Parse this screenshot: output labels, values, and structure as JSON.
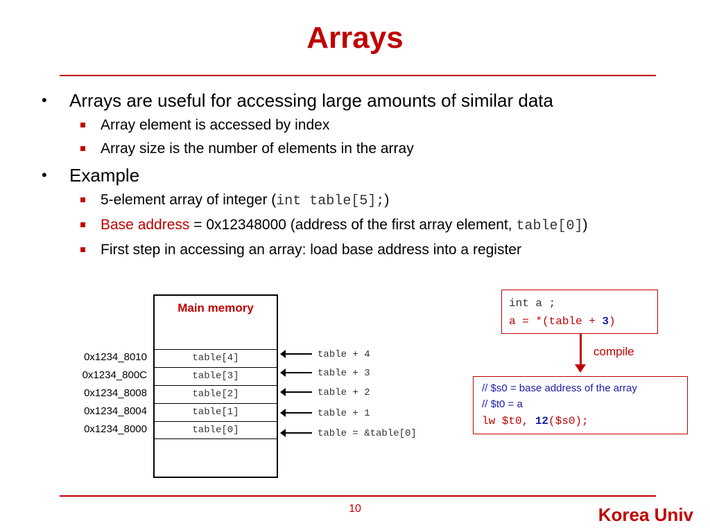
{
  "slide": {
    "title": "Arrays",
    "bullets": [
      {
        "text": "Arrays are useful for accessing large amounts of similar data",
        "sub": [
          "Array element is accessed by index",
          "Array size is the number of elements in the array"
        ]
      },
      {
        "text": "Example"
      }
    ],
    "example": {
      "item1_prefix": "5-element array of integer (",
      "item1_code": "int table[5];",
      "item1_suffix": ")",
      "item2_label": "Base address",
      "item2_middle": " = 0x12348000 (address of the first array element, ",
      "item2_code": "table[0]",
      "item2_suffix": ")",
      "item3": "First step in accessing an array: load base address into a register"
    },
    "page_number": "10",
    "footer": "Korea Univ"
  },
  "memory": {
    "title": "Main memory",
    "rows": [
      {
        "address": "0x1234_8010",
        "cell": "table[4]",
        "pointer": "table + 4"
      },
      {
        "address": "0x1234_800C",
        "cell": "table[3]",
        "pointer": "table + 3"
      },
      {
        "address": "0x1234_8008",
        "cell": "table[2]",
        "pointer": "table + 2"
      },
      {
        "address": "0x1234_8004",
        "cell": "table[1]",
        "pointer": "table + 1"
      },
      {
        "address": "0x1234_8000",
        "cell": "table[0]",
        "pointer": "table = &table[0]"
      }
    ]
  },
  "code": {
    "line1": "int a ;",
    "line2_prefix": "a = *(table + ",
    "line2_num": "3",
    "line2_suffix": ")",
    "compile_label": "compile",
    "asm_comment1": "// $s0 = base address of the array",
    "asm_comment2": "// $t0 = a",
    "asm_prefix": "lw $t0, ",
    "asm_offset": "12",
    "asm_suffix": "($s0);"
  }
}
